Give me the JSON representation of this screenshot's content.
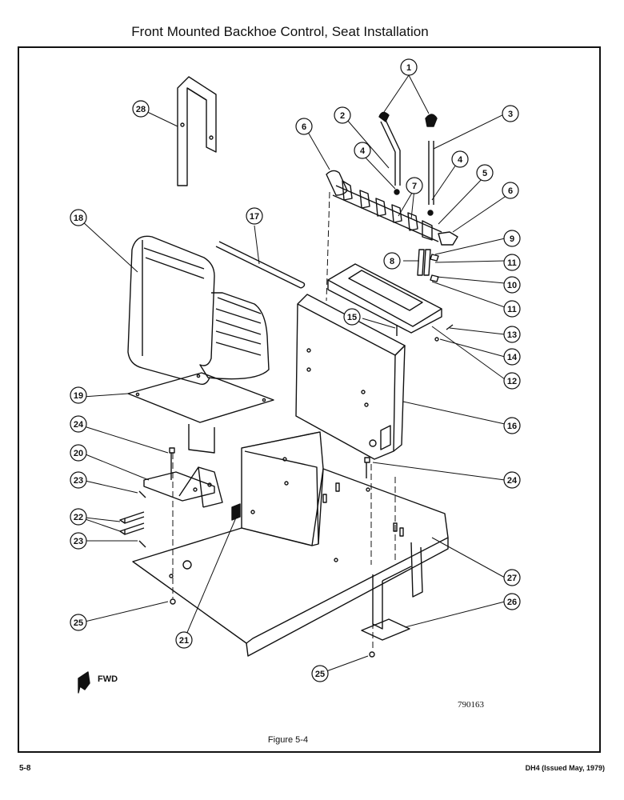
{
  "page": {
    "title": "Front Mounted Backhoe Control, Seat Installation",
    "figure_caption": "Figure 5-4",
    "drawing_number": "790163",
    "direction_label": "FWD",
    "page_number": "5-8",
    "doc_info": "DH4 (Issued May, 1979)"
  },
  "callouts": [
    {
      "id": "c1",
      "label": "1"
    },
    {
      "id": "c2",
      "label": "2"
    },
    {
      "id": "c3",
      "label": "3"
    },
    {
      "id": "c4a",
      "label": "4"
    },
    {
      "id": "c4b",
      "label": "4"
    },
    {
      "id": "c5",
      "label": "5"
    },
    {
      "id": "c6a",
      "label": "6"
    },
    {
      "id": "c6b",
      "label": "6"
    },
    {
      "id": "c7",
      "label": "7"
    },
    {
      "id": "c8",
      "label": "8"
    },
    {
      "id": "c9",
      "label": "9"
    },
    {
      "id": "c10",
      "label": "10"
    },
    {
      "id": "c11a",
      "label": "11"
    },
    {
      "id": "c11b",
      "label": "11"
    },
    {
      "id": "c12",
      "label": "12"
    },
    {
      "id": "c13",
      "label": "13"
    },
    {
      "id": "c14",
      "label": "14"
    },
    {
      "id": "c15",
      "label": "15"
    },
    {
      "id": "c16",
      "label": "16"
    },
    {
      "id": "c17",
      "label": "17"
    },
    {
      "id": "c18",
      "label": "18"
    },
    {
      "id": "c19",
      "label": "19"
    },
    {
      "id": "c20",
      "label": "20"
    },
    {
      "id": "c21",
      "label": "21"
    },
    {
      "id": "c22",
      "label": "22"
    },
    {
      "id": "c23a",
      "label": "23"
    },
    {
      "id": "c23b",
      "label": "23"
    },
    {
      "id": "c24a",
      "label": "24"
    },
    {
      "id": "c24b",
      "label": "24"
    },
    {
      "id": "c25a",
      "label": "25"
    },
    {
      "id": "c25b",
      "label": "25"
    },
    {
      "id": "c26",
      "label": "26"
    },
    {
      "id": "c27",
      "label": "27"
    },
    {
      "id": "c28",
      "label": "28"
    }
  ]
}
